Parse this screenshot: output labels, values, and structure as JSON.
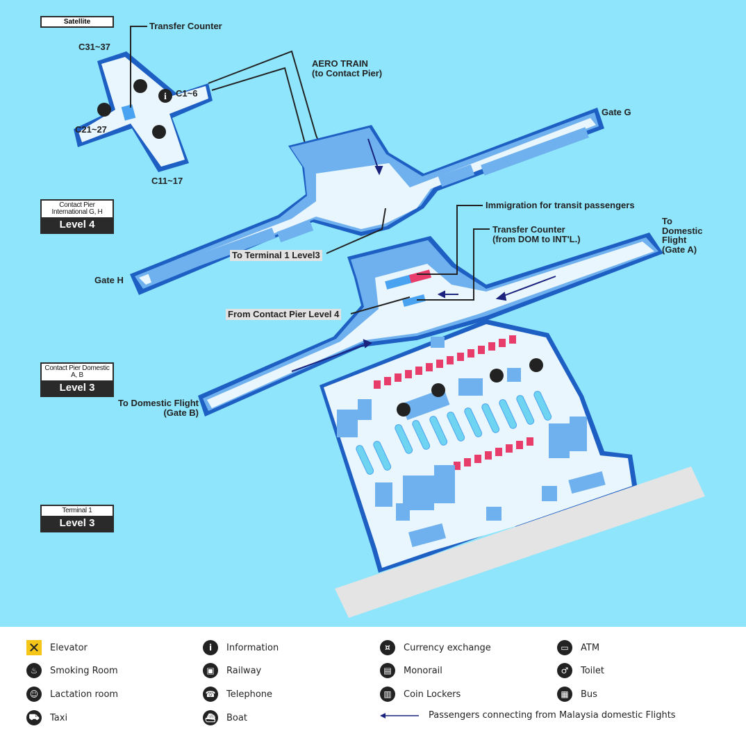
{
  "map": {
    "background_color": "#8fe5fb",
    "floor_color": "#eaf6fd",
    "wall_color": "#1e5fc4",
    "block_color": "#6fb1ee",
    "counter_color": "#e83d6a",
    "satellite_label": "Satellite",
    "sections": [
      {
        "id": "contact-pier-intl",
        "title": "Contact Pier International G, H",
        "level": "Level 4"
      },
      {
        "id": "contact-pier-dom",
        "title": "Contact Pier Domestic A, B",
        "level": "Level 3"
      },
      {
        "id": "terminal1",
        "title": "Terminal 1",
        "level": "Level 3"
      }
    ],
    "labels": {
      "transfer_counter_sat": "Transfer Counter",
      "c31_37": "C31~37",
      "c1_6": "C1~6",
      "c21_27": "C21~27",
      "c11_17": "C11~17",
      "aero_train_1": "AERO TRAIN",
      "aero_train_2": "(to Contact Pier)",
      "gate_g": "Gate G",
      "gate_h": "Gate H",
      "immigration": "Immigration for transit passengers",
      "transfer_counter_dom_1": "Transfer Counter",
      "transfer_counter_dom_2": "(from DOM to INT'L.)",
      "to_terminal1": "To Terminal 1 Level3",
      "from_contact_pier": "From Contact Pier Level 4",
      "to_domestic_a_1": "To",
      "to_domestic_a_2": "Domestic",
      "to_domestic_a_3": "Flight",
      "to_domestic_a_4": "(Gate A)",
      "to_domestic_b_1": "To Domestic Flight",
      "to_domestic_b_2": "(Gate B)"
    }
  },
  "legend": {
    "items": [
      {
        "icon": "elevator-icon",
        "glyph": "✕",
        "label": "Elevator"
      },
      {
        "icon": "smoking-room-icon",
        "glyph": "♨",
        "label": "Smoking Room"
      },
      {
        "icon": "lactation-room-icon",
        "glyph": "☺",
        "label": "Lactation room"
      },
      {
        "icon": "taxi-icon",
        "glyph": "⛟",
        "label": "Taxi"
      },
      {
        "icon": "information-icon",
        "glyph": "i",
        "label": "Information"
      },
      {
        "icon": "railway-icon",
        "glyph": "▣",
        "label": "Railway"
      },
      {
        "icon": "telephone-icon",
        "glyph": "☎",
        "label": "Telephone"
      },
      {
        "icon": "boat-icon",
        "glyph": "⛴",
        "label": "Boat"
      },
      {
        "icon": "currency-exchange-icon",
        "glyph": "¤",
        "label": "Currency exchange"
      },
      {
        "icon": "monorail-icon",
        "glyph": "▤",
        "label": "Monorail"
      },
      {
        "icon": "coin-lockers-icon",
        "glyph": "▥",
        "label": "Coin Lockers"
      },
      {
        "icon": "atm-icon",
        "glyph": "▭",
        "label": "ATM"
      },
      {
        "icon": "toilet-icon",
        "glyph": "♂",
        "label": "Toilet"
      },
      {
        "icon": "bus-icon",
        "glyph": "▦",
        "label": "Bus"
      }
    ],
    "arrow_label": "Passengers connecting from Malaysia domestic Flights",
    "arrow_color": "#1a237e"
  }
}
